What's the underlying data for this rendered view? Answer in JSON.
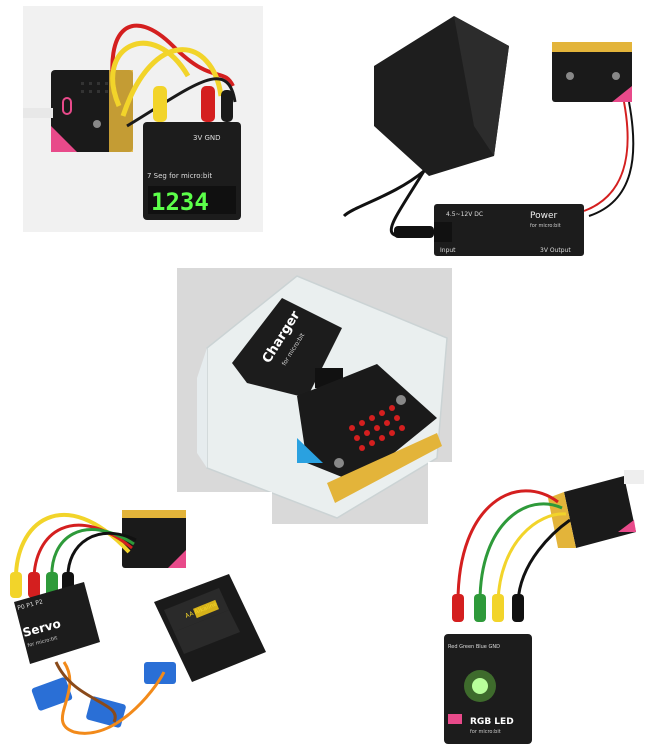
{
  "photos": [
    {
      "name": "7seg-display-photo",
      "board_title": "7 Seg for micro:bit",
      "display_value": "1234",
      "pin_labels": "3V GND"
    },
    {
      "name": "power-module-photo",
      "board_title": "Power",
      "board_subtitle": "for micro:bit",
      "input_range": "4.5~12V DC",
      "input_label": "Input",
      "output_label": "3V Output"
    },
    {
      "name": "charger-case-photo",
      "board_title": "Charger",
      "board_subtitle": "for micro:bit"
    },
    {
      "name": "servo-battery-photo",
      "board_title": "Servo",
      "board_subtitle": "for micro:bit",
      "pin_labels": "P0 P1 P2",
      "battery_label": "AA Alkaline"
    },
    {
      "name": "rgb-led-photo",
      "board_title": "RGB LED",
      "board_subtitle": "for micro:bit",
      "pin_labels": "Red Green Blue GND"
    }
  ],
  "colors": {
    "board_black": "#1a1a1a",
    "gold_edge": "#e3b43a",
    "wire_yellow": "#f2d42a",
    "wire_red": "#d41f1f",
    "wire_green": "#2e9a3a",
    "led_green": "#7dff4a",
    "seg_green": "#5cff4a",
    "microbit_pink": "#e84a8a"
  }
}
